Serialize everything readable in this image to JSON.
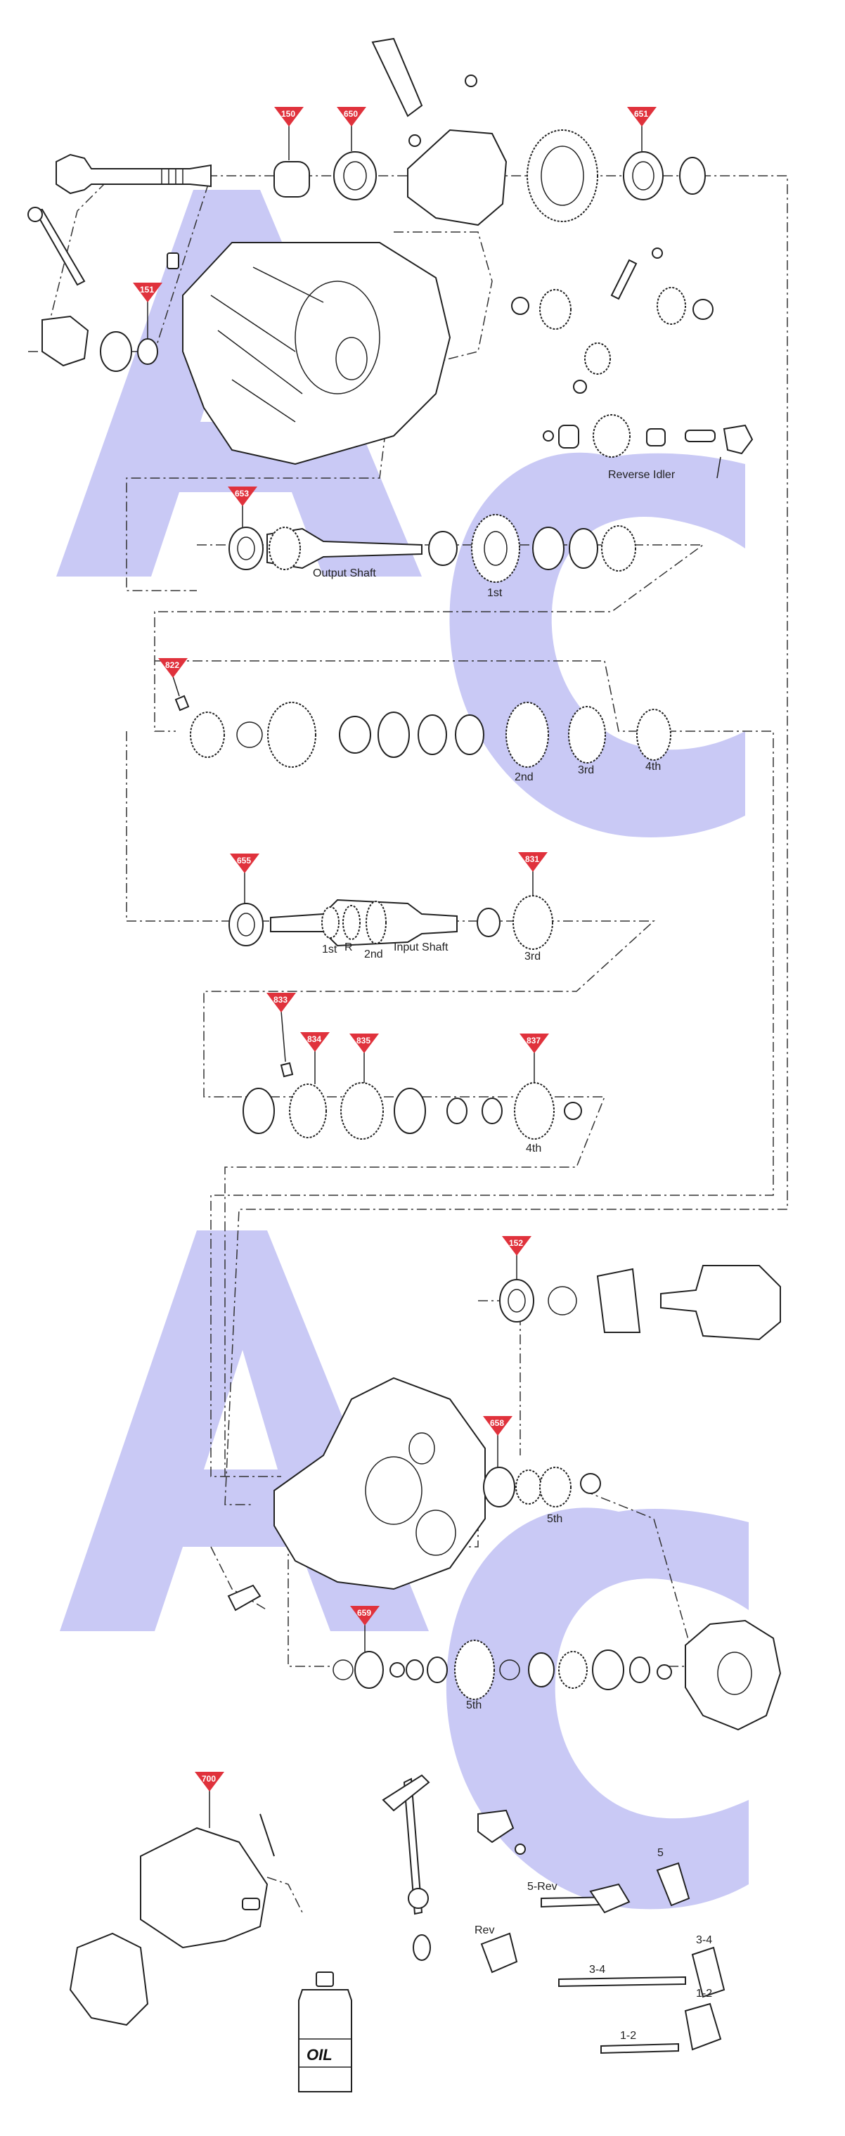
{
  "diagram": {
    "labels": {
      "reverse_idler": "Reverse Idler",
      "output_shaft": "Output Shaft",
      "first_a": "1st",
      "second_a": "2nd",
      "third_a": "3rd",
      "fourth_a": "4th",
      "first_b": "1st",
      "reverse_b": "R",
      "second_b": "2nd",
      "input_shaft": "Input Shaft",
      "third_b": "3rd",
      "fourth_b": "4th",
      "fifth_a": "5th",
      "fifth_b": "5th",
      "five_rev": "5-Rev",
      "five": "5",
      "rev": "Rev",
      "three_four_a": "3-4",
      "three_four_b": "3-4",
      "one_two_a": "1-2",
      "one_two_b": "1-2",
      "oil": "OIL"
    },
    "tags": {
      "t150": "150",
      "t650": "650",
      "t651": "651",
      "t151": "151",
      "t653": "653",
      "t822": "822",
      "t655": "655",
      "t831": "831",
      "t833": "833",
      "t834": "834",
      "t835": "835",
      "t837": "837",
      "t152": "152",
      "t658": "658",
      "t659": "659",
      "t700": "700"
    },
    "colors": {
      "tag": "#e0323c",
      "watermark": "#c9c9f5",
      "line": "#222222"
    }
  }
}
